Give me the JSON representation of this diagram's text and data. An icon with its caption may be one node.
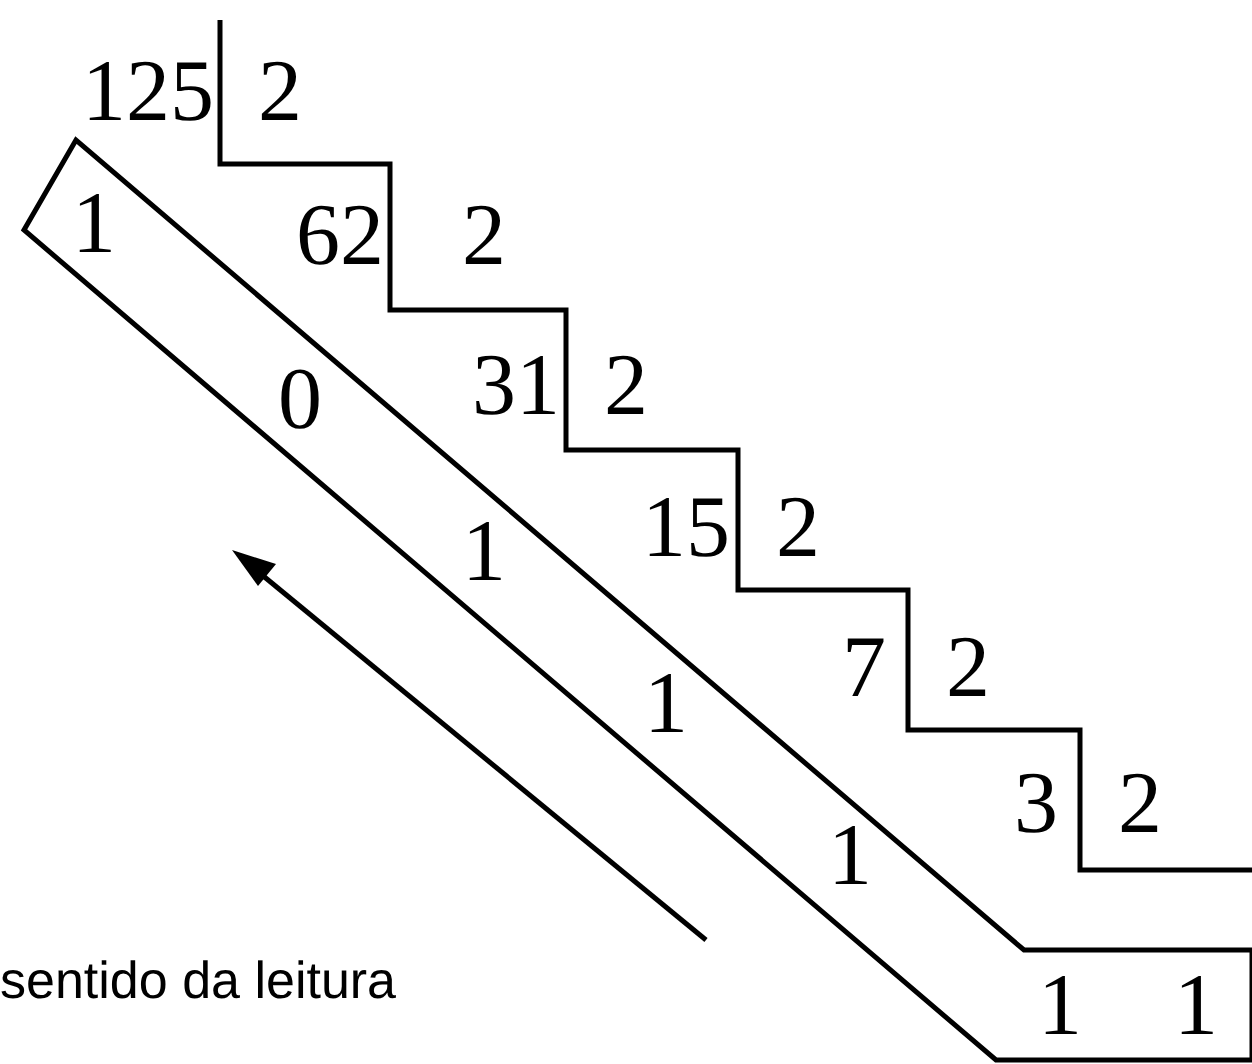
{
  "diagram": {
    "nodes": [
      {
        "text": [
          "1",
          "0",
          "1",
          "1",
          "1",
          "1",
          "1"
        ]
      }
    ],
    "labels": [
      "125",
      "2",
      "62",
      "2",
      "31",
      "2",
      "15",
      "2",
      "7",
      "2",
      "3",
      "2",
      "sentido da leitura"
    ]
  }
}
